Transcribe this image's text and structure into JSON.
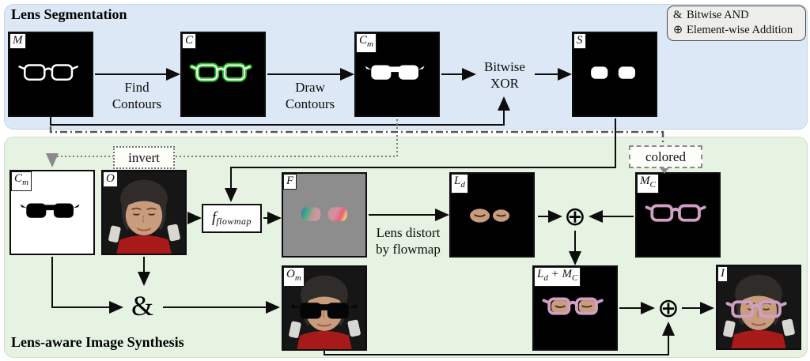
{
  "sections": {
    "segmentation_title": "Lens Segmentation",
    "synthesis_title": "Lens-aware Image Synthesis"
  },
  "legend": {
    "and_symbol": "&",
    "and_label": "Bitwise AND",
    "plus_symbol": "⊕",
    "plus_label": "Element-wise Addition"
  },
  "nodes": {
    "m": {
      "label": "M"
    },
    "c": {
      "label": "C"
    },
    "cm": {
      "label": "C",
      "sub": "m"
    },
    "s": {
      "label": "S"
    },
    "cbar": {
      "label": "C",
      "sub": "m"
    },
    "o": {
      "label": "O"
    },
    "f": {
      "label": "F"
    },
    "ld": {
      "label": "L",
      "sub": "d"
    },
    "mc": {
      "label": "M",
      "sub": "C"
    },
    "om": {
      "label": "O",
      "sub": "m"
    },
    "ldmc": {
      "label": "L",
      "sub": "d",
      "op": "+",
      "label2": "M",
      "sub2": "C"
    },
    "i": {
      "label": "I"
    }
  },
  "operations": {
    "find_contours_line1": "Find",
    "find_contours_line2": "Contours",
    "draw_contours_line1": "Draw",
    "draw_contours_line2": "Contours",
    "bitwise_xor_line1": "Bitwise",
    "bitwise_xor_line2": "XOR",
    "lens_distort_line1": "Lens distort",
    "lens_distort_line2": "by flowmap",
    "invert": "invert",
    "colored": "colored",
    "and": "&",
    "oplus": "⊕",
    "flowmap_f": "f",
    "flowmap_sub": "flowmap"
  },
  "colors": {
    "panel_blue": "#dce8f5",
    "panel_green": "#e6f2e2",
    "legend_bg": "#ededeb",
    "contour_green": "#2ebc2e",
    "glasses_pink": "#cf9fc4",
    "flowmap_gray": "#8d8d8d"
  }
}
